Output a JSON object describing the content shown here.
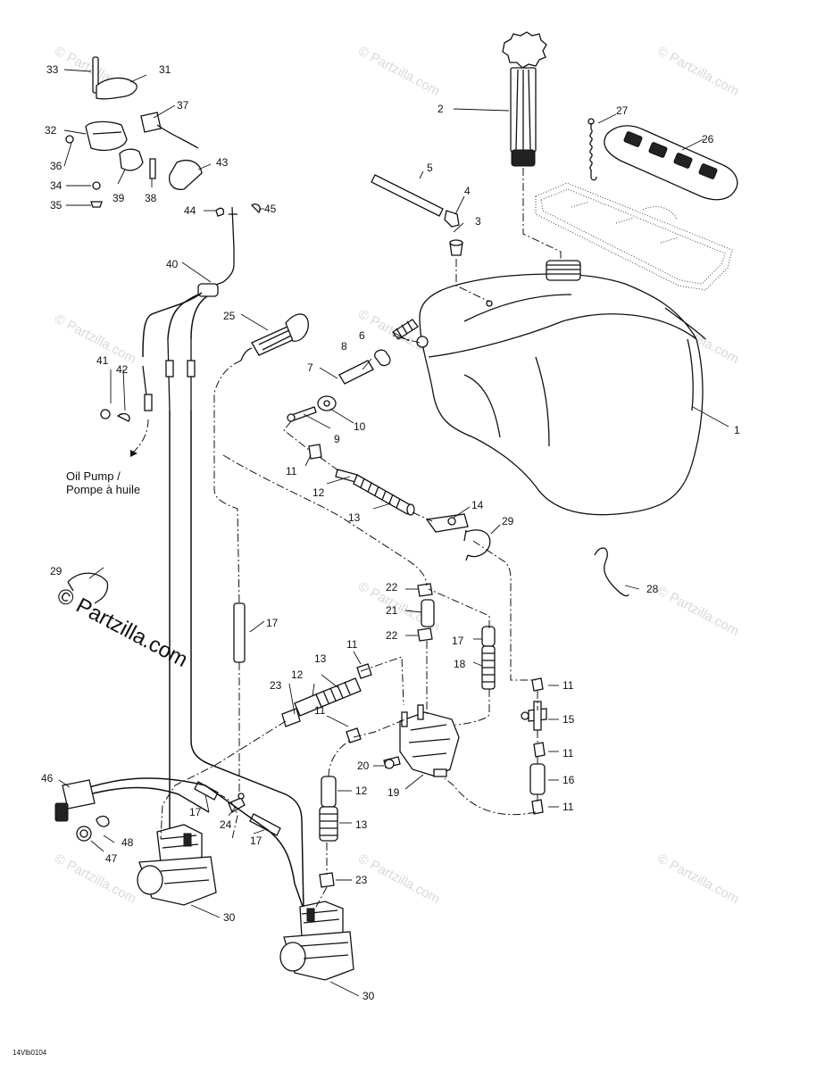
{
  "watermark": {
    "repeat_text": "© Partzilla.com",
    "main_text": "© Partzilla.com"
  },
  "figure_code": "14Vlb0104",
  "notes": {
    "oil_pump_line1": "Oil Pump /",
    "oil_pump_line2": "Pompe à huile"
  },
  "callouts": {
    "c1": "1",
    "c2": "2",
    "c3": "3",
    "c4": "4",
    "c5": "5",
    "c6": "6",
    "c7": "7",
    "c8": "8",
    "c9": "9",
    "c10": "10",
    "c11a": "11",
    "c11b": "11",
    "c11c": "11",
    "c11d": "11",
    "c11e": "11",
    "c11f": "11",
    "c12a": "12",
    "c12b": "12",
    "c12c": "12",
    "c13a": "13",
    "c13b": "13",
    "c13c": "13",
    "c14": "14",
    "c15": "15",
    "c16": "16",
    "c17a": "17",
    "c17b": "17",
    "c17c": "17",
    "c17d": "17",
    "c18": "18",
    "c19": "19",
    "c20": "20",
    "c21": "21",
    "c22a": "22",
    "c22b": "22",
    "c23a": "23",
    "c23b": "23",
    "c24": "24",
    "c25": "25",
    "c26": "26",
    "c27": "27",
    "c28": "28",
    "c29a": "29",
    "c29b": "29",
    "c30a": "30",
    "c30b": "30",
    "c31": "31",
    "c32": "32",
    "c33": "33",
    "c34": "34",
    "c35": "35",
    "c36": "36",
    "c37": "37",
    "c38": "38",
    "c39": "39",
    "c40": "40",
    "c41": "41",
    "c42": "42",
    "c43": "43",
    "c44": "44",
    "c45": "45",
    "c46": "46",
    "c47": "47",
    "c48": "48"
  }
}
